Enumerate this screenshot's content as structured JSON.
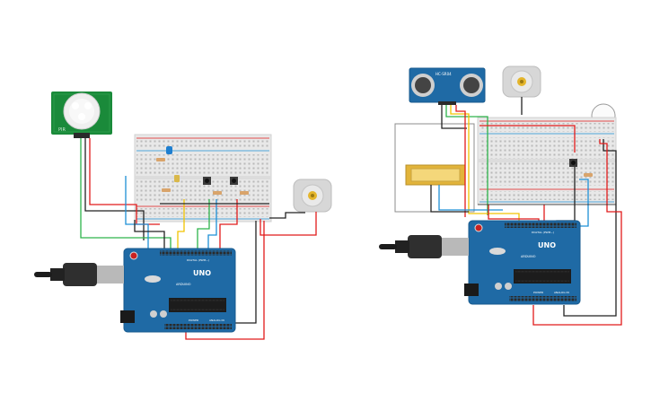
{
  "colors": {
    "background": "#ffffff",
    "board": "#1f6aa5",
    "board_dark": "#175a8e",
    "breadboard": "#e8e8e8",
    "pir": "#1a8a3a",
    "wire_red": "#e11b1b",
    "wire_black": "#222222",
    "wire_green": "#2db34a",
    "wire_yellow": "#f2c400",
    "wire_blue": "#1e90d6",
    "wire_gray": "#8c8c8c"
  },
  "left_circuit": {
    "board_brand": "ARDUINO",
    "board_model": "UNO",
    "header_digital": "DIGITAL (PWM~)",
    "header_power": "POWER",
    "header_analog": "ANALOG IN",
    "pir_label": "PIR",
    "motor_icon": "dc-motor-icon",
    "cable_icon": "usb-cable-icon"
  },
  "right_circuit": {
    "board_brand": "ARDUINO",
    "board_model": "UNO",
    "header_digital": "DIGITAL (PWM~)",
    "header_power": "POWER",
    "header_analog": "ANALOG IN",
    "ultrasonic_label": "HC-SR04",
    "motor_icon": "dc-motor-icon",
    "lamp_icon": "light-bulb-icon",
    "lcd_icon": "lcd-display-icon"
  }
}
